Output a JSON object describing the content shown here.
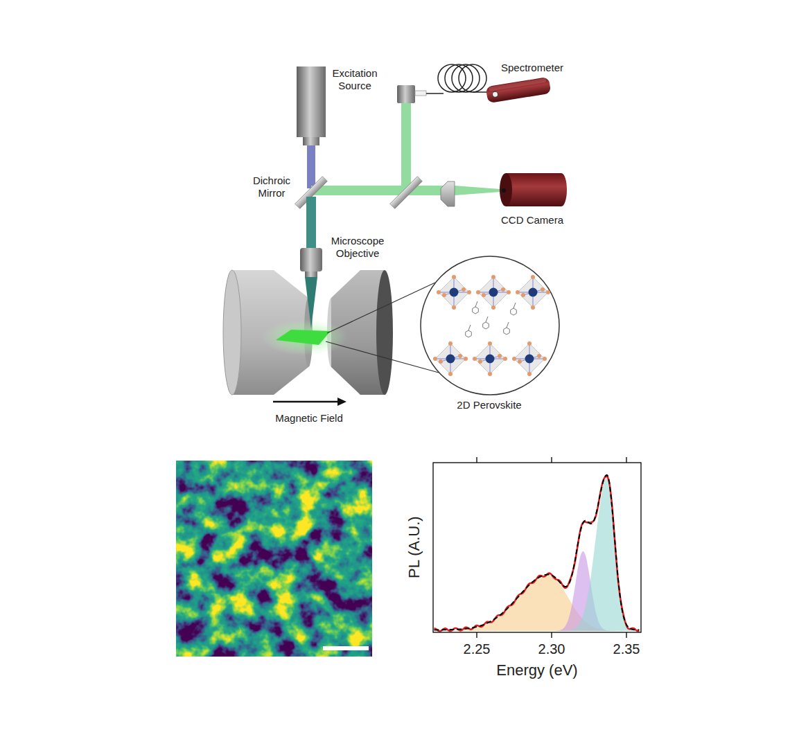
{
  "diagram": {
    "labels": [
      "Excitation Source",
      "Spectrometer",
      "Dichroic Mirror",
      "CCD Camera",
      "Microscope Objective",
      "2D Perovskite",
      "Magnetic Field",
      "PL (A.U.)",
      "2.25",
      "2.30",
      "2.35",
      "Energy (eV)"
    ]
  }
}
